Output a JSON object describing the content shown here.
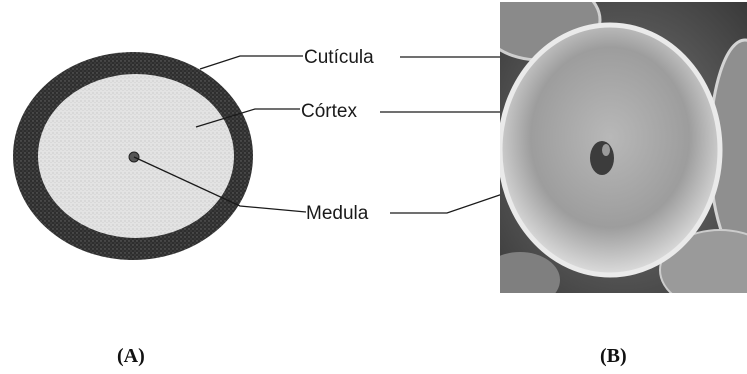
{
  "labels": {
    "cuticle": "Cutícula",
    "cortex": "Córtex",
    "medulla": "Medula"
  },
  "panels": {
    "a": "(A)",
    "b": "(B)"
  }
}
